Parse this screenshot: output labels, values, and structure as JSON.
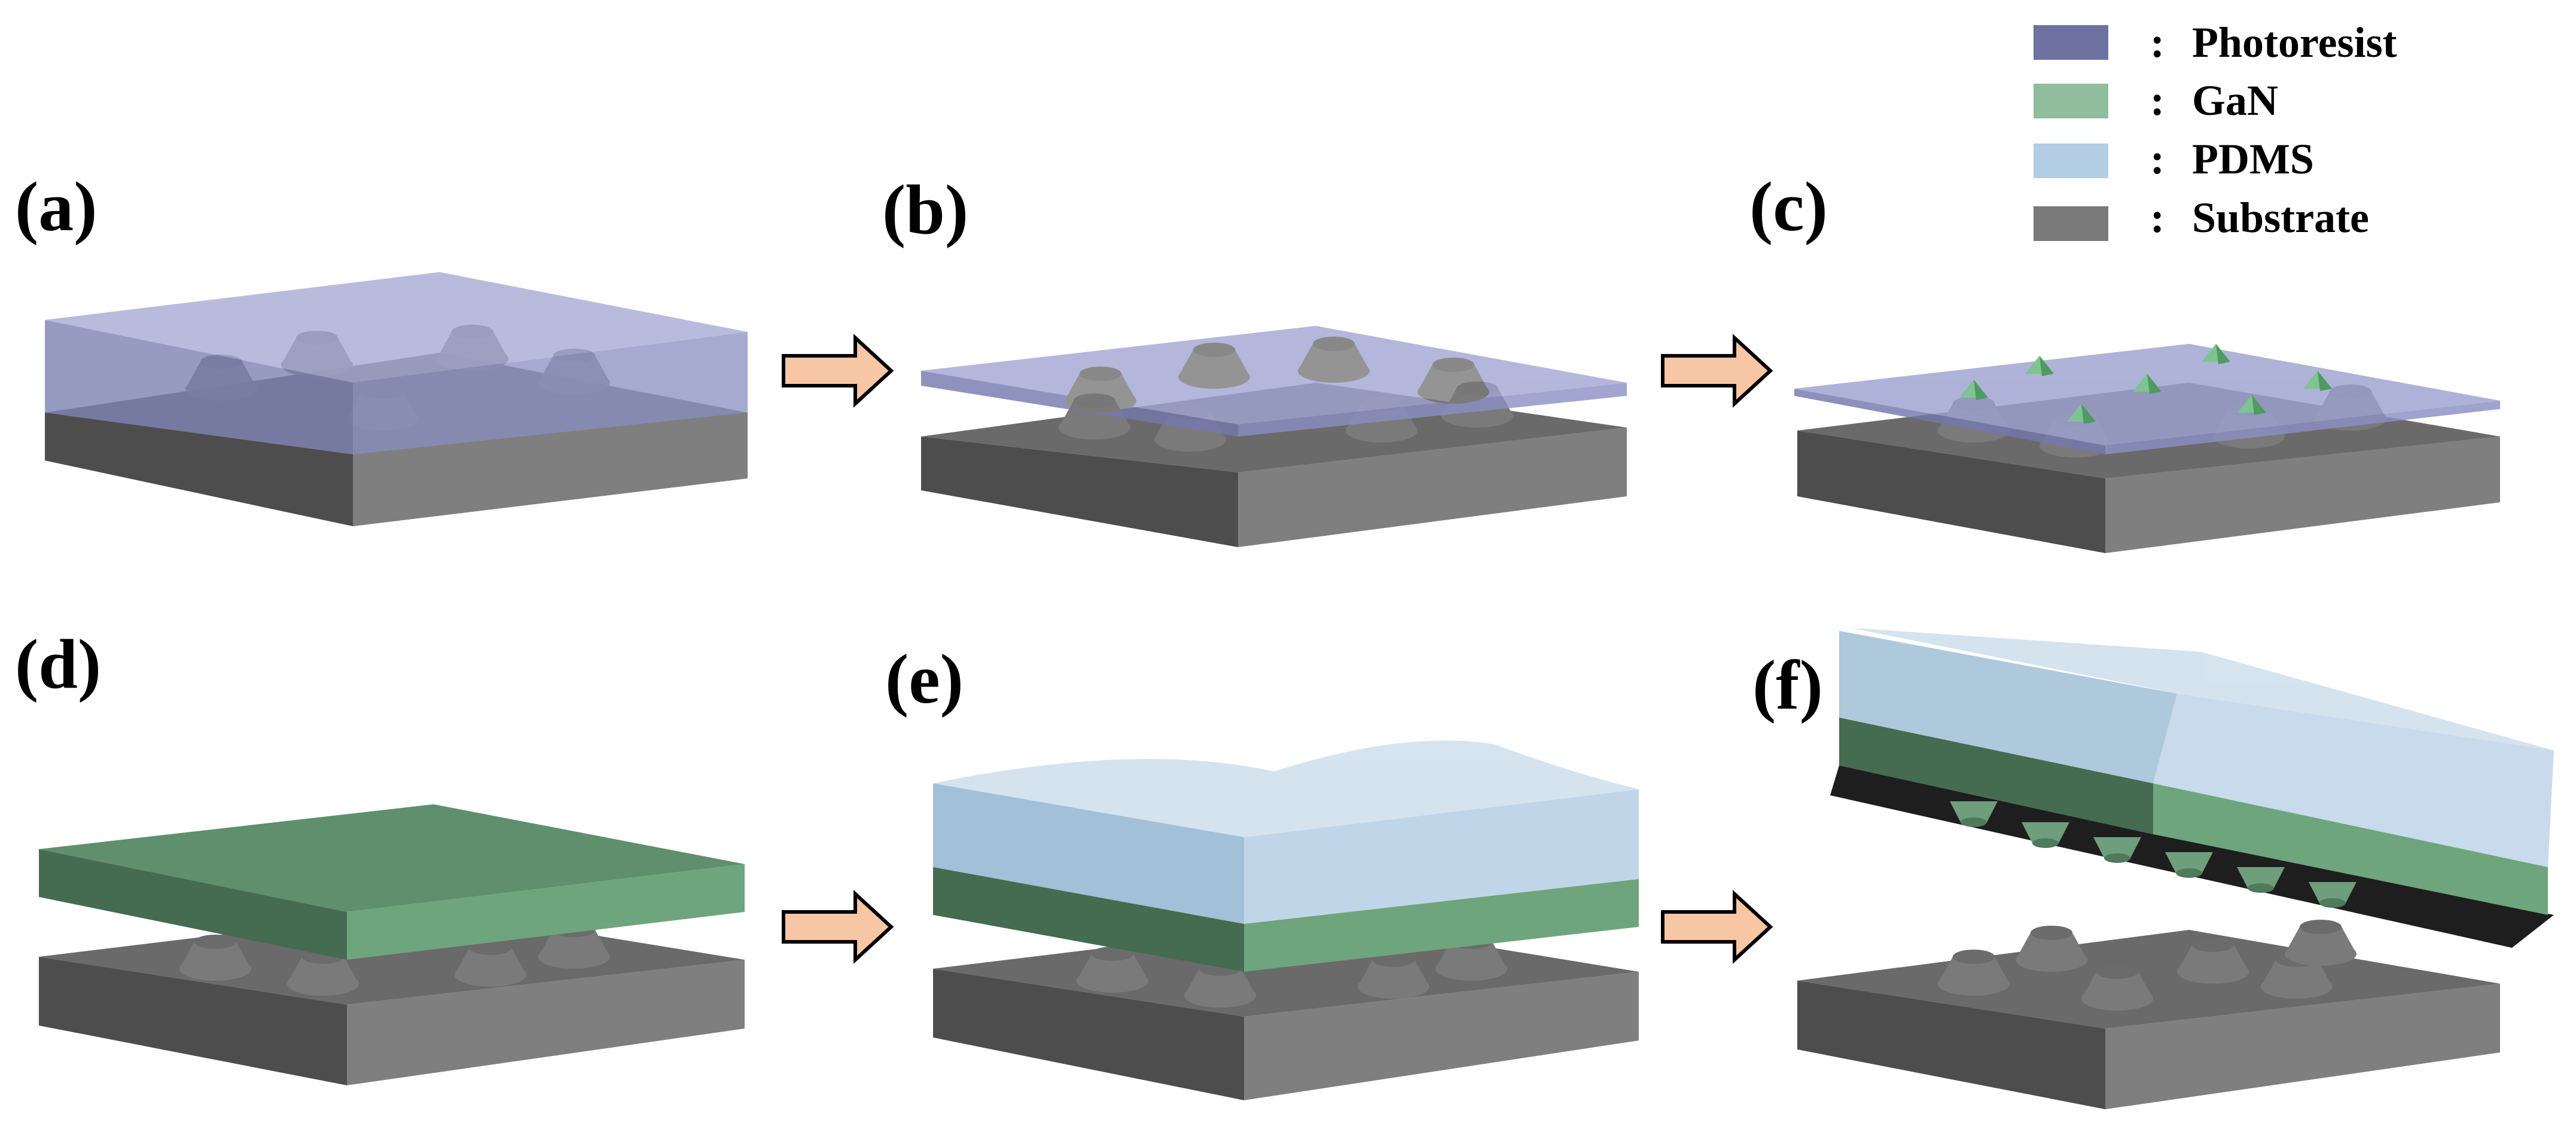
{
  "panels": [
    {
      "label": "(a)"
    },
    {
      "label": "(b)"
    },
    {
      "label": "(c)"
    },
    {
      "label": "(d)"
    },
    {
      "label": "(e)"
    },
    {
      "label": "(f)"
    }
  ],
  "legend": {
    "separator": ":",
    "items": [
      {
        "label": "Photoresist",
        "color": "#6e72a0"
      },
      {
        "label": "GaN",
        "color": "#8fbd9d"
      },
      {
        "label": "PDMS",
        "color": "#b3cde4"
      },
      {
        "label": "Substrate",
        "color": "#7a7a7a"
      }
    ]
  },
  "colors": {
    "substrate_top": "#6a6a6a",
    "substrate_left": "#4d4d4d",
    "substrate_right": "#7e7e7e",
    "bump": "#7d7d7d",
    "photoresist": "#8c90c4",
    "gan_top": "#5f8f6d",
    "gan_left": "#456b50",
    "gan_right": "#6ea57c",
    "pdms": "#b3cde4",
    "arrow_fill": "#f7c6a4",
    "arrow_stroke": "#000000"
  }
}
